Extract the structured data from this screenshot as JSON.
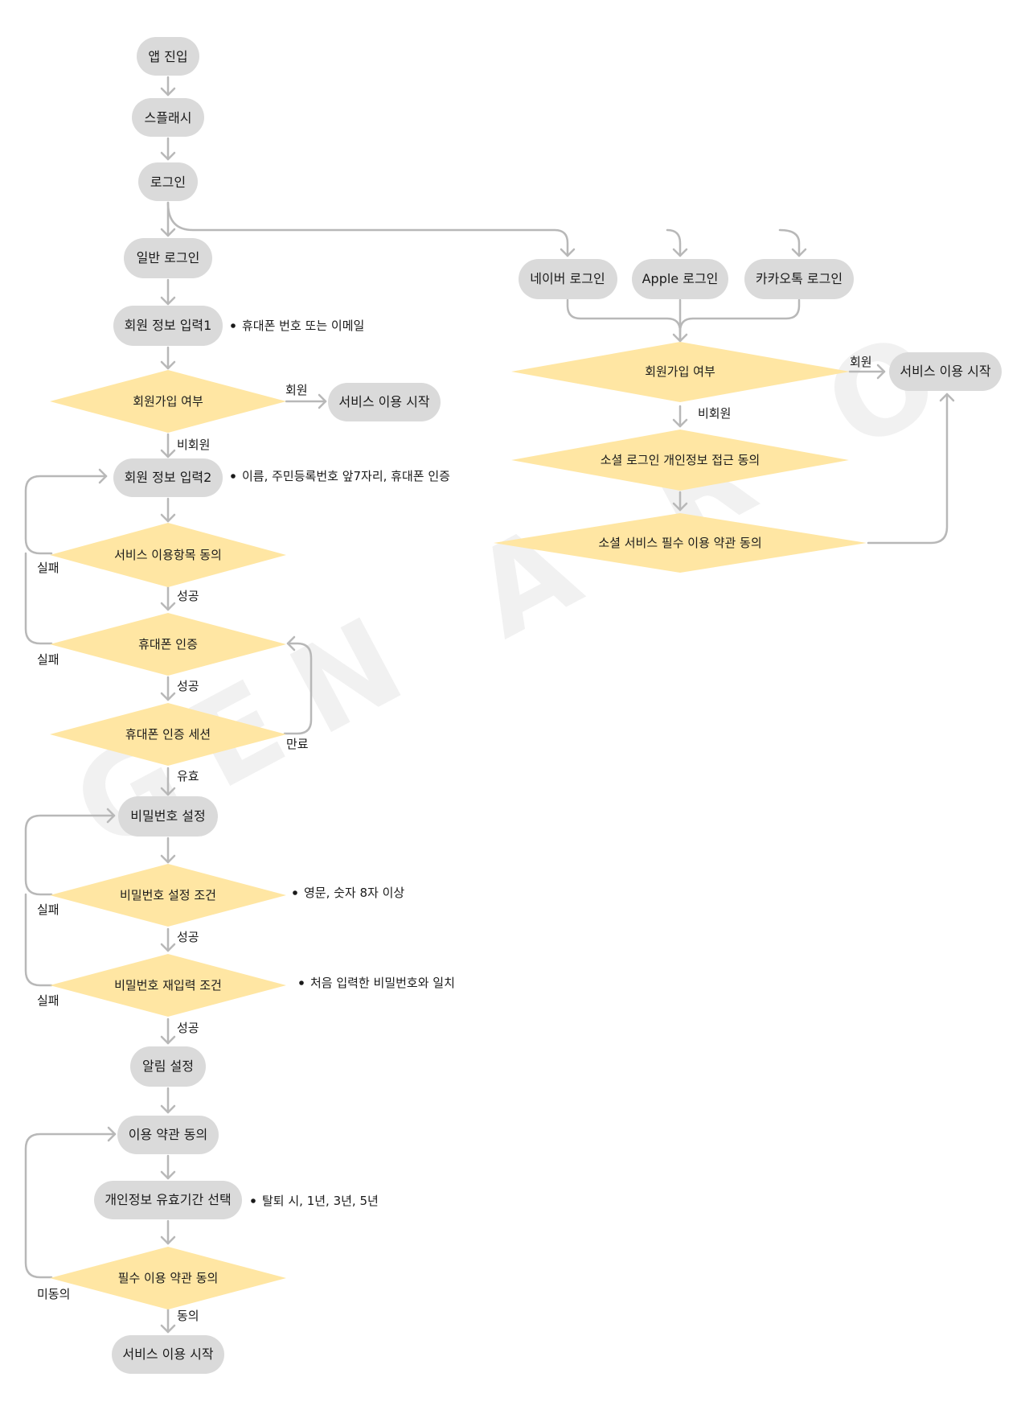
{
  "watermark": "GEN A R O",
  "nodes": {
    "app_entry": "앱 진입",
    "splash": "스플래시",
    "login": "로그인",
    "general_login": "일반 로그인",
    "member_info_1": "회원 정보 입력1",
    "signup_check_left": "회원가입 여부",
    "service_start_left": "서비스 이용 시작",
    "member_info_2": "회원 정보 입력2",
    "service_items_agree": "서비스 이용항목 동의",
    "phone_auth": "휴대폰 인증",
    "phone_auth_session": "휴대폰 인증 세션",
    "password_set": "비밀번호 설정",
    "password_condition": "비밀번호 설정 조건",
    "password_reenter_condition": "비밀번호 재입력 조건",
    "notification_set": "알림 설정",
    "terms_agree": "이용 약관 동의",
    "privacy_period": "개인정보 유효기간 선택",
    "required_terms_agree": "필수 이용 약관 동의",
    "service_start_bottom": "서비스 이용 시작",
    "naver_login": "네이버 로그인",
    "apple_login": "Apple 로그인",
    "kakao_login": "카카오톡 로그인",
    "signup_check_right": "회원가입 여부",
    "service_start_right": "서비스 이용 시작",
    "social_privacy_agree": "소셜 로그인 개인정보 접근 동의",
    "social_required_terms": "소셜 서비스 필수 이용 약관 동의"
  },
  "notes": {
    "member_info_1": "휴대폰 번호 또는 이메일",
    "member_info_2": "이름, 주민등록번호 앞7자리, 휴대폰 인증",
    "password_condition": "영문, 숫자 8자 이상",
    "password_reenter": "처음 입력한 비밀번호와 일치",
    "privacy_period": "탈퇴 시, 1년, 3년, 5년"
  },
  "edge_labels": {
    "member": "회원",
    "non_member": "비회원",
    "fail": "실패",
    "success": "성공",
    "expired": "만료",
    "valid": "유효",
    "not_agreed": "미동의",
    "agreed": "동의"
  }
}
